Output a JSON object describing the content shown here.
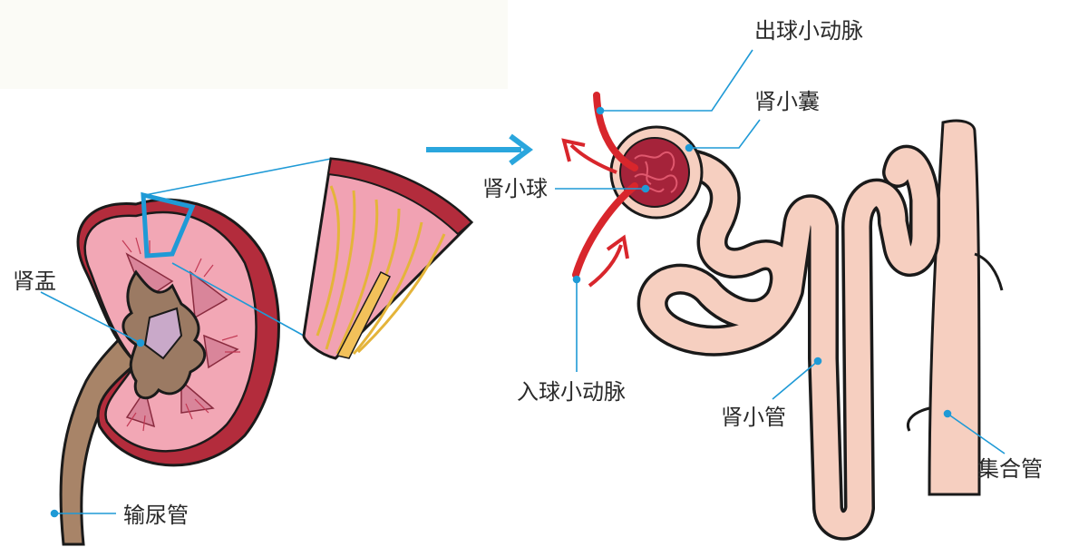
{
  "labels": {
    "renal_pelvis": "肾盂",
    "ureter": "输尿管",
    "efferent_arteriole": "出球小动脉",
    "bowmans_capsule": "肾小囊",
    "glomerulus": "肾小球",
    "afferent_arteriole": "入球小动脉",
    "renal_tubule": "肾小管",
    "collecting_duct": "集合管"
  },
  "colors": {
    "leader_line": "#1f9ad6",
    "arrow": "#2aa6dd",
    "kidney_outer": "#b32c3c",
    "kidney_cortex": "#f2a7b5",
    "pelvis": "#9b7a63",
    "tubule_fill": "#f6cfc0",
    "tubule_stroke": "#1a1a1a",
    "vessel_red": "#d8262c"
  }
}
